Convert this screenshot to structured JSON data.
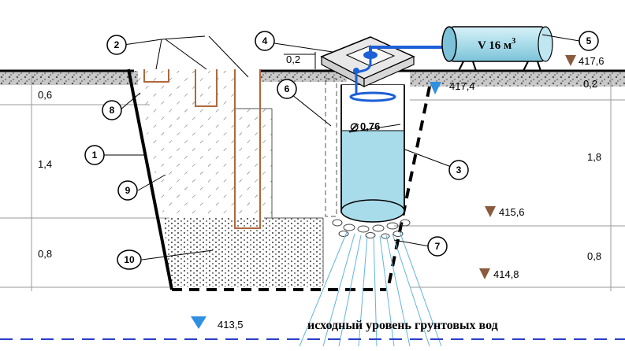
{
  "callouts": [
    "1",
    "2",
    "3",
    "4",
    "5",
    "6",
    "7",
    "8",
    "9",
    "10"
  ],
  "dimensions": {
    "left": [
      "0,6",
      "1,4",
      "0,8"
    ],
    "right": [
      "0,2",
      "1,8",
      "0,8"
    ],
    "lid": "0,2",
    "diameter": "0,76"
  },
  "elevations": {
    "tank_ground": "417,6",
    "well_top": "417,4",
    "well_bottom": "415,6",
    "filter_bottom": "414,8",
    "groundwater": "413,5"
  },
  "tank": {
    "volume_label": "V 16 м",
    "volume_superscript": "3"
  },
  "groundwater_caption": "исходный уровень грунтовых вод",
  "colors": {
    "water": "#a9dcea",
    "blue_pipe": "#1d5fd6",
    "soil_marker": "#8a5a3c",
    "marker_blue": "#2f8fe0",
    "pipe_brown": "#b0683c",
    "dashed_blue": "#2b3fc9"
  }
}
